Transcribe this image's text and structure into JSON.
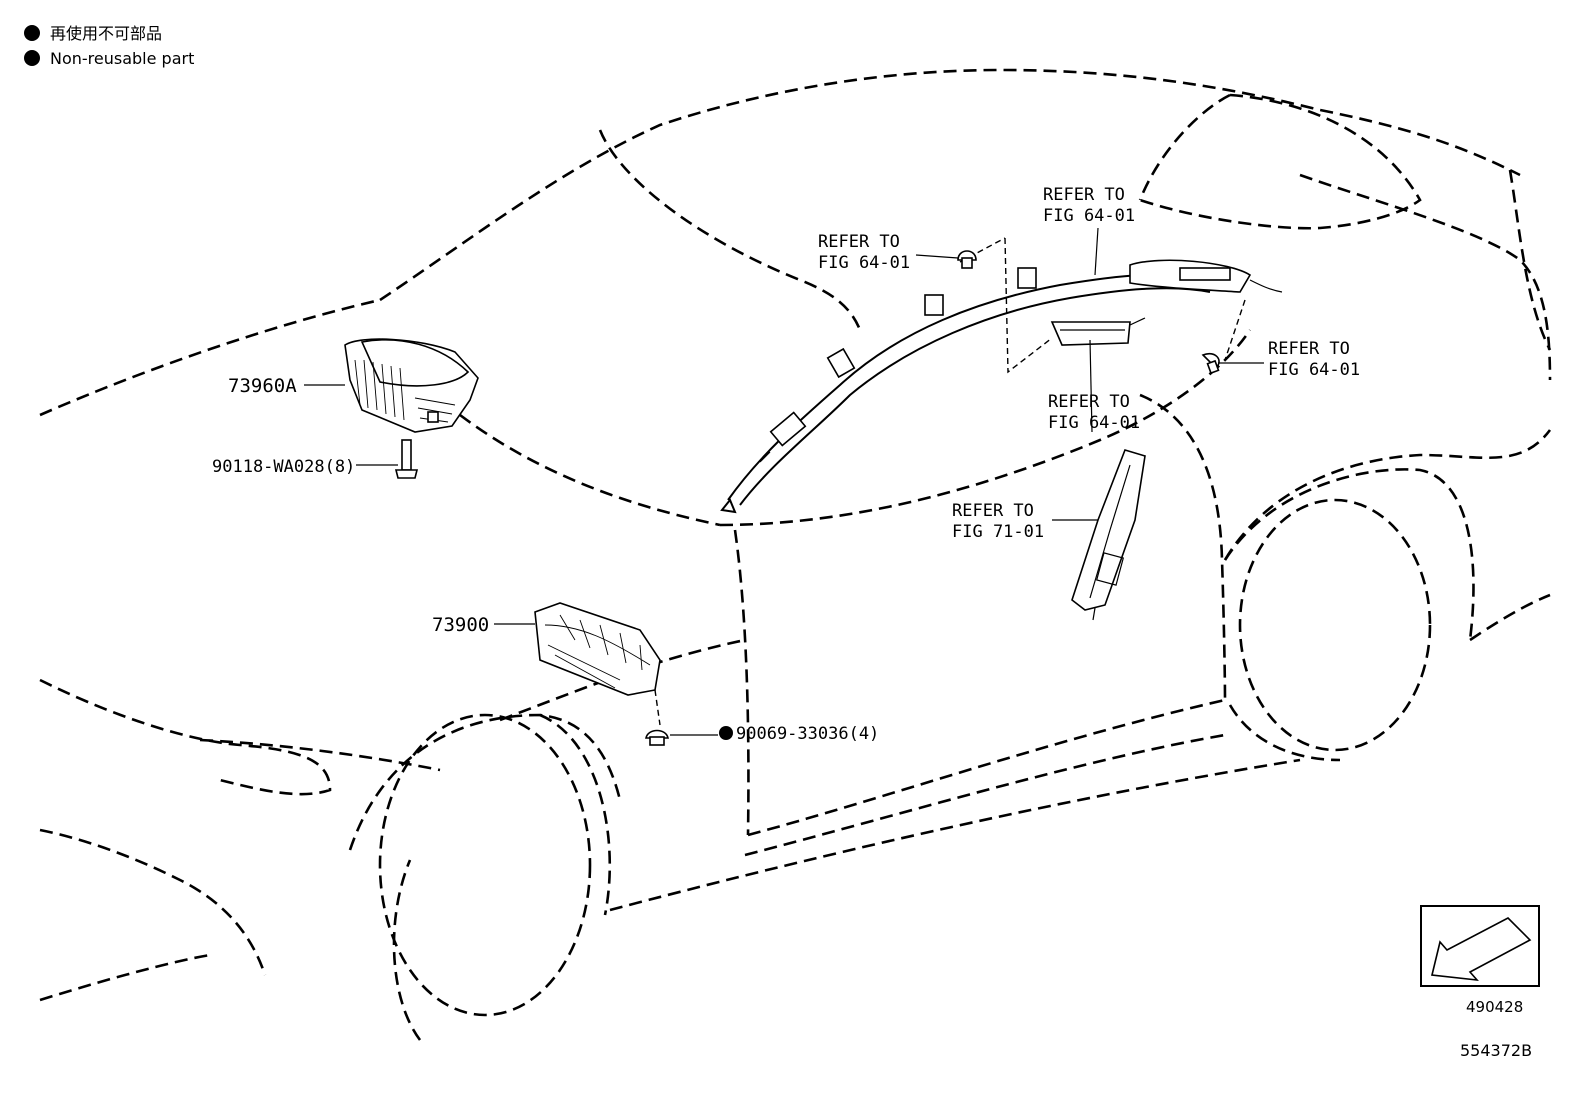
{
  "legend": {
    "items": [
      {
        "text": "再使用不可部品"
      },
      {
        "text": "Non-reusable part"
      }
    ]
  },
  "parts": {
    "p1": "73960A",
    "p2": "90118-WA028(8)",
    "p3": "73900",
    "p4": "90069-33036(4)"
  },
  "refs": {
    "r1": {
      "line1": "REFER TO",
      "line2": "FIG 64-01"
    },
    "r2": {
      "line1": "REFER TO",
      "line2": "FIG 64-01"
    },
    "r3": {
      "line1": "REFER TO",
      "line2": "FIG 64-01"
    },
    "r4": {
      "line1": "REFER TO",
      "line2": "FIG 64-01"
    },
    "r5": {
      "line1": "REFER TO",
      "line2": "FIG 71-01"
    }
  },
  "view_code": "490428",
  "illustration_number": "554372B"
}
